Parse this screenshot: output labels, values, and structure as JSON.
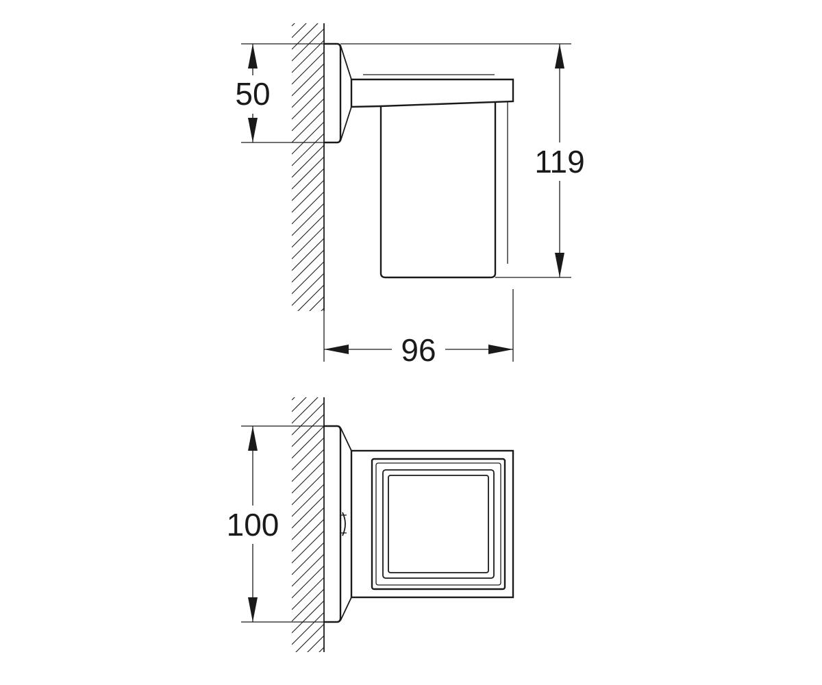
{
  "dimensions": {
    "side_view": {
      "mount_height": "50",
      "total_height": "119",
      "depth": "96"
    },
    "top_view": {
      "width": "100"
    }
  },
  "colors": {
    "line": "#1a1a1a",
    "background": "#ffffff"
  }
}
